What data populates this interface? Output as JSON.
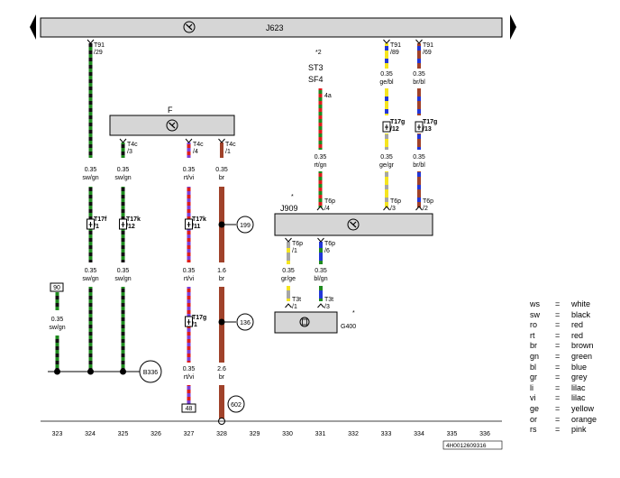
{
  "components": {
    "j623": "J623",
    "f": "F",
    "st3": "ST3",
    "sf4": "SF4",
    "j909": "J909",
    "g400": "G400",
    "star_st3": "*2",
    "star_j909": "*",
    "star_g400": "*"
  },
  "connectors": {
    "t91_29": [
      "T91",
      "/29"
    ],
    "t91_89": [
      "T91",
      "/89"
    ],
    "t91_69": [
      "T91",
      "/69"
    ],
    "t4c_3": [
      "T4c",
      "/3"
    ],
    "t4c_4": [
      "T4c",
      "/4"
    ],
    "t4c_1": [
      "T4c",
      "/1"
    ],
    "t17f_1": [
      "T17f",
      "/1"
    ],
    "t17k_12": [
      "T17k",
      "/12"
    ],
    "t17k_11": [
      "T17k",
      "/11"
    ],
    "t17g_1": [
      "T17g",
      "/1"
    ],
    "t17g_12": [
      "T17g",
      "/12"
    ],
    "t17g_13": [
      "T17g",
      "/13"
    ],
    "t6p_4": [
      "T6p",
      "/4"
    ],
    "t6p_3": [
      "T6p",
      "/3"
    ],
    "t6p_2": [
      "T6p",
      "/2"
    ],
    "t6p_1": [
      "T6p",
      "/1"
    ],
    "t6p_6": [
      "T6p",
      "/6"
    ],
    "t3t_1": [
      "T3t",
      "/1"
    ],
    "t3t_3": [
      "T3t",
      "/3"
    ],
    "st3_pin": "4a"
  },
  "wire_labels": {
    "w324_top": [
      "0.35",
      "sw/gn"
    ],
    "w324_bot": [
      "0.35",
      "sw/gn"
    ],
    "w325_top": [
      "0.35",
      "sw/gn"
    ],
    "w325_bot": [
      "0.35",
      "sw/gn"
    ],
    "w323": [
      "0.35",
      "sw/gn"
    ],
    "w327_top": [
      "0.35",
      "rt/vi"
    ],
    "w327_mid": [
      "0.35",
      "rt/vi"
    ],
    "w327_bot": [
      "0.35",
      "rt/vi"
    ],
    "w328_top": [
      "0.35",
      "br"
    ],
    "w328_mid": [
      "1.6",
      "br"
    ],
    "w328_bot": [
      "2.6",
      "br"
    ],
    "w331_top": [
      "0.35",
      "rt/gn"
    ],
    "w333_top": [
      "0.35",
      "ge/bl"
    ],
    "w333_mid": [
      "0.35",
      "ge/gr"
    ],
    "w334_top": [
      "0.35",
      "br/bl"
    ],
    "w334_mid": [
      "0.35",
      "br/bl"
    ],
    "w330_low": [
      "0.35",
      "gr/ge"
    ],
    "w331_low": [
      "0.35",
      "bl/gn"
    ]
  },
  "refs": {
    "r199": "199",
    "r136": "136",
    "r602": "602",
    "b336": "B336",
    "box90": "90",
    "box48": "48"
  },
  "footer": {
    "columns": [
      "323",
      "324",
      "325",
      "326",
      "327",
      "328",
      "329",
      "330",
      "331",
      "332",
      "333",
      "334",
      "335",
      "336"
    ],
    "doc_code": "4H0012609316"
  },
  "legend": [
    {
      "code": "ws",
      "name": "white"
    },
    {
      "code": "sw",
      "name": "black"
    },
    {
      "code": "ro",
      "name": "red"
    },
    {
      "code": "rt",
      "name": "red"
    },
    {
      "code": "br",
      "name": "brown"
    },
    {
      "code": "gn",
      "name": "green"
    },
    {
      "code": "bl",
      "name": "blue"
    },
    {
      "code": "gr",
      "name": "grey"
    },
    {
      "code": "li",
      "name": "lilac"
    },
    {
      "code": "vi",
      "name": "lilac"
    },
    {
      "code": "ge",
      "name": "yellow"
    },
    {
      "code": "or",
      "name": "orange"
    },
    {
      "code": "rs",
      "name": "pink"
    }
  ],
  "colors": {
    "sw": "#111111",
    "gn": "#1e8a1e",
    "rt": "#dd1c1c",
    "vi": "#7b3fd6",
    "br": "#a0422a",
    "ge": "#f5e51f",
    "bl": "#2236d8",
    "gr": "#a6a6a6"
  }
}
